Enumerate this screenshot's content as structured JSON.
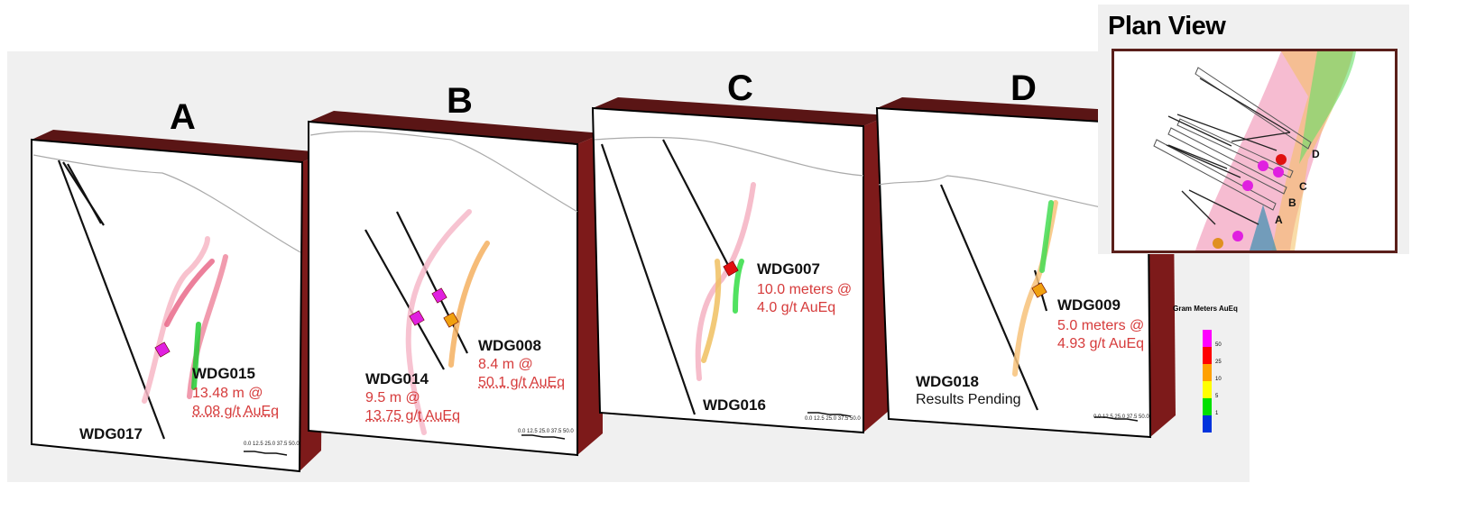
{
  "sections": [
    {
      "letter": "A",
      "holes": [
        {
          "id": "WDG015",
          "lines": [
            "13.48 m @",
            "8.08 g/t AuEq"
          ]
        },
        {
          "id": "WDG017",
          "lines": []
        }
      ]
    },
    {
      "letter": "B",
      "holes": [
        {
          "id": "WDG014",
          "lines": [
            "9.5 m @",
            "13.75 g/t AuEq"
          ]
        },
        {
          "id": "WDG008",
          "lines": [
            "8.4 m @",
            "50.1 g/t AuEq"
          ]
        }
      ]
    },
    {
      "letter": "C",
      "holes": [
        {
          "id": "WDG007",
          "lines": [
            "10.0 meters @",
            "4.0 g/t AuEq"
          ]
        },
        {
          "id": "WDG016",
          "lines": []
        }
      ]
    },
    {
      "letter": "D",
      "holes": [
        {
          "id": "WDG009",
          "lines": [
            "5.0 meters @",
            "4.93 g/t AuEq"
          ]
        },
        {
          "id": "WDG018",
          "status": "Results Pending",
          "lines": []
        }
      ]
    }
  ],
  "scale_bar": "0.0 12.5 25.0 37.5 50.0",
  "plan_view": {
    "title": "Plan View",
    "section_labels": [
      "A",
      "B",
      "C",
      "D"
    ]
  },
  "legend": {
    "title": "Gram Meters AuEq",
    "bins": [
      {
        "label": "50",
        "color": "#ff00ff"
      },
      {
        "label": "25",
        "color": "#ff0000"
      },
      {
        "label": "10",
        "color": "#ffa000"
      },
      {
        "label": "5",
        "color": "#ffff00"
      },
      {
        "label": "1",
        "color": "#00e000"
      },
      {
        "label": "",
        "color": "#0033dd"
      }
    ]
  },
  "colors": {
    "panel_side": "#7d1a1a",
    "panel_top": "#5a1515",
    "result_text": "#d63b3b"
  }
}
